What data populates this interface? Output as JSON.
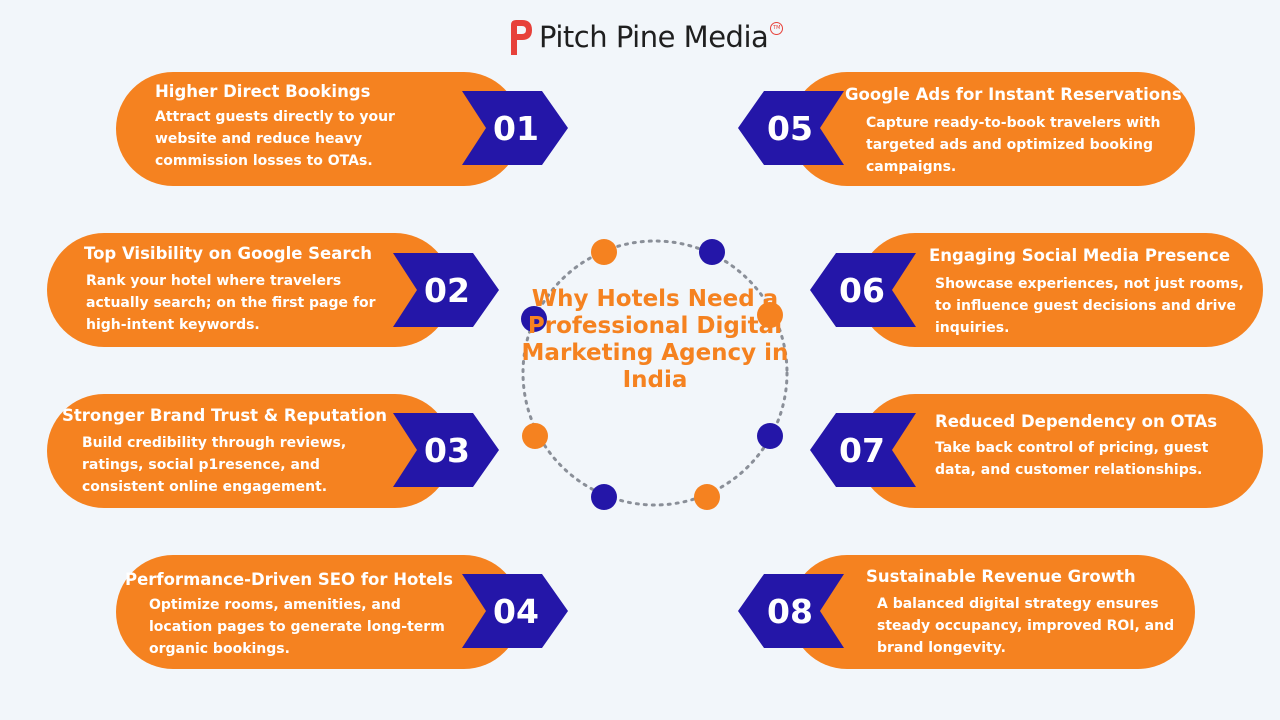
{
  "brand": {
    "name": "Pitch Pine Media",
    "tm": "TM"
  },
  "center": {
    "title": "Why Hotels Need a Professional Digital Marketing Agency in India"
  },
  "items": [
    {
      "num": "01",
      "title": "Higher Direct Bookings",
      "desc": "Attract guests directly to your website and reduce heavy commission losses to OTAs."
    },
    {
      "num": "02",
      "title": "Top Visibility on Google Search",
      "desc": "Rank your hotel where travelers actually search; on the first page for high-intent keywords."
    },
    {
      "num": "03",
      "title": "Stronger Brand Trust & Reputation",
      "desc": "Build credibility through reviews, ratings, social p1resence, and consistent online engagement."
    },
    {
      "num": "04",
      "title": "Performance-Driven SEO for Hotels",
      "desc": "Optimize rooms, amenities, and location pages to generate long-term organic bookings."
    },
    {
      "num": "05",
      "title": "Google Ads for Instant Reservations",
      "desc": "Capture ready-to-book travelers with targeted ads and optimized booking campaigns."
    },
    {
      "num": "06",
      "title": "Engaging Social Media Presence",
      "desc": "Showcase experiences, not just rooms, to influence guest decisions and drive inquiries."
    },
    {
      "num": "07",
      "title": "Reduced Dependency on OTAs",
      "desc": "Take back control of pricing, guest data, and customer relationships."
    },
    {
      "num": "08",
      "title": "Sustainable Revenue Growth",
      "desc": "A balanced digital strategy ensures steady occupancy, improved ROI, and brand longevity."
    }
  ],
  "colors": {
    "orange": "#f58220",
    "navy": "#2416a8",
    "background": "#f2f6fa"
  }
}
